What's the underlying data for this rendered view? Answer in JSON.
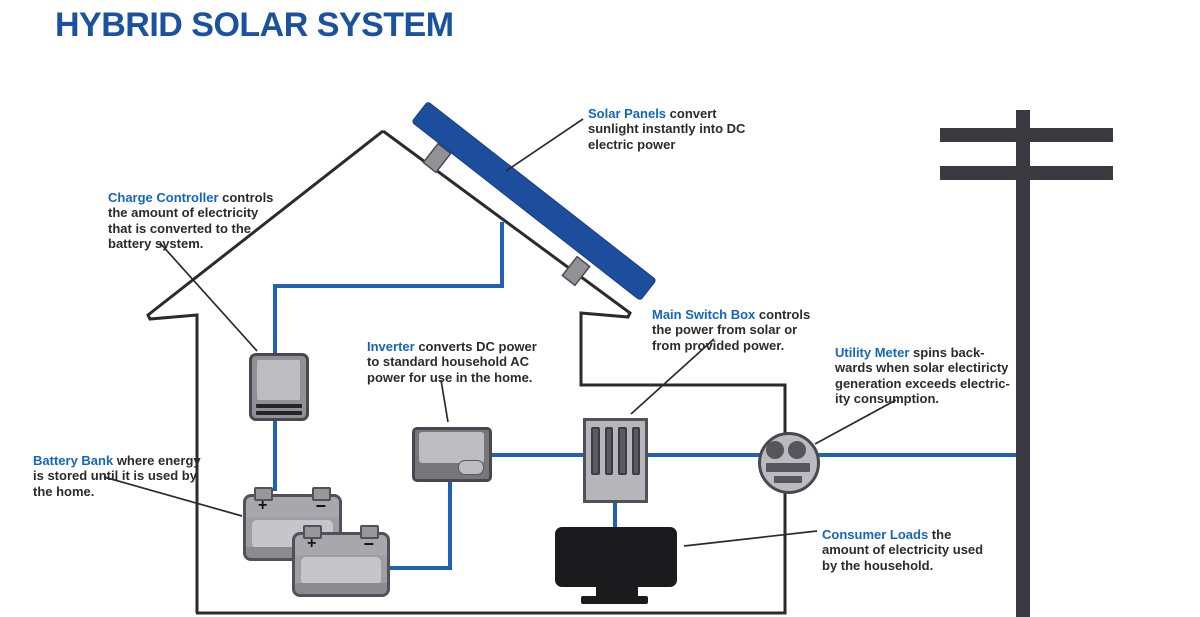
{
  "title": "HYBRID SOLAR SYSTEM",
  "labels": {
    "solar_panels": {
      "lead": "Solar Panels",
      "rest": " convert\nsunlight instantly into DC\nelectric power"
    },
    "charge_controller": {
      "lead": "Charge Controller",
      "rest": " controls\nthe amount of electricity\nthat is converted to the\nbattery system."
    },
    "inverter": {
      "lead": "Inverter",
      "rest": " converts DC power\nto standard household AC\npower for use in the home."
    },
    "main_switch_box": {
      "lead": "Main Switch Box",
      "rest": " controls\nthe power from solar or\nfrom provided power."
    },
    "utility_meter": {
      "lead": "Utility Meter",
      "rest": " spins back-\nwards when solar electiricty\ngeneration exceeds electric-\nity consumption."
    },
    "battery_bank": {
      "lead": "Battery Bank",
      "rest": " where energy\nis stored until it is used by\nthe home."
    },
    "consumer_loads": {
      "lead": "Consumer Loads",
      "rest": " the\namount of electricity used\nby the household."
    }
  },
  "battery": {
    "plus": "+",
    "minus": "−"
  },
  "colors": {
    "title_blue": "#1a529f",
    "label_blue": "#1466bd",
    "wire_blue": "#2161b4",
    "panel_blue": "#1d4e9e",
    "outline_dark": "#2b2b2e",
    "pole_gray": "#3a3a40"
  }
}
